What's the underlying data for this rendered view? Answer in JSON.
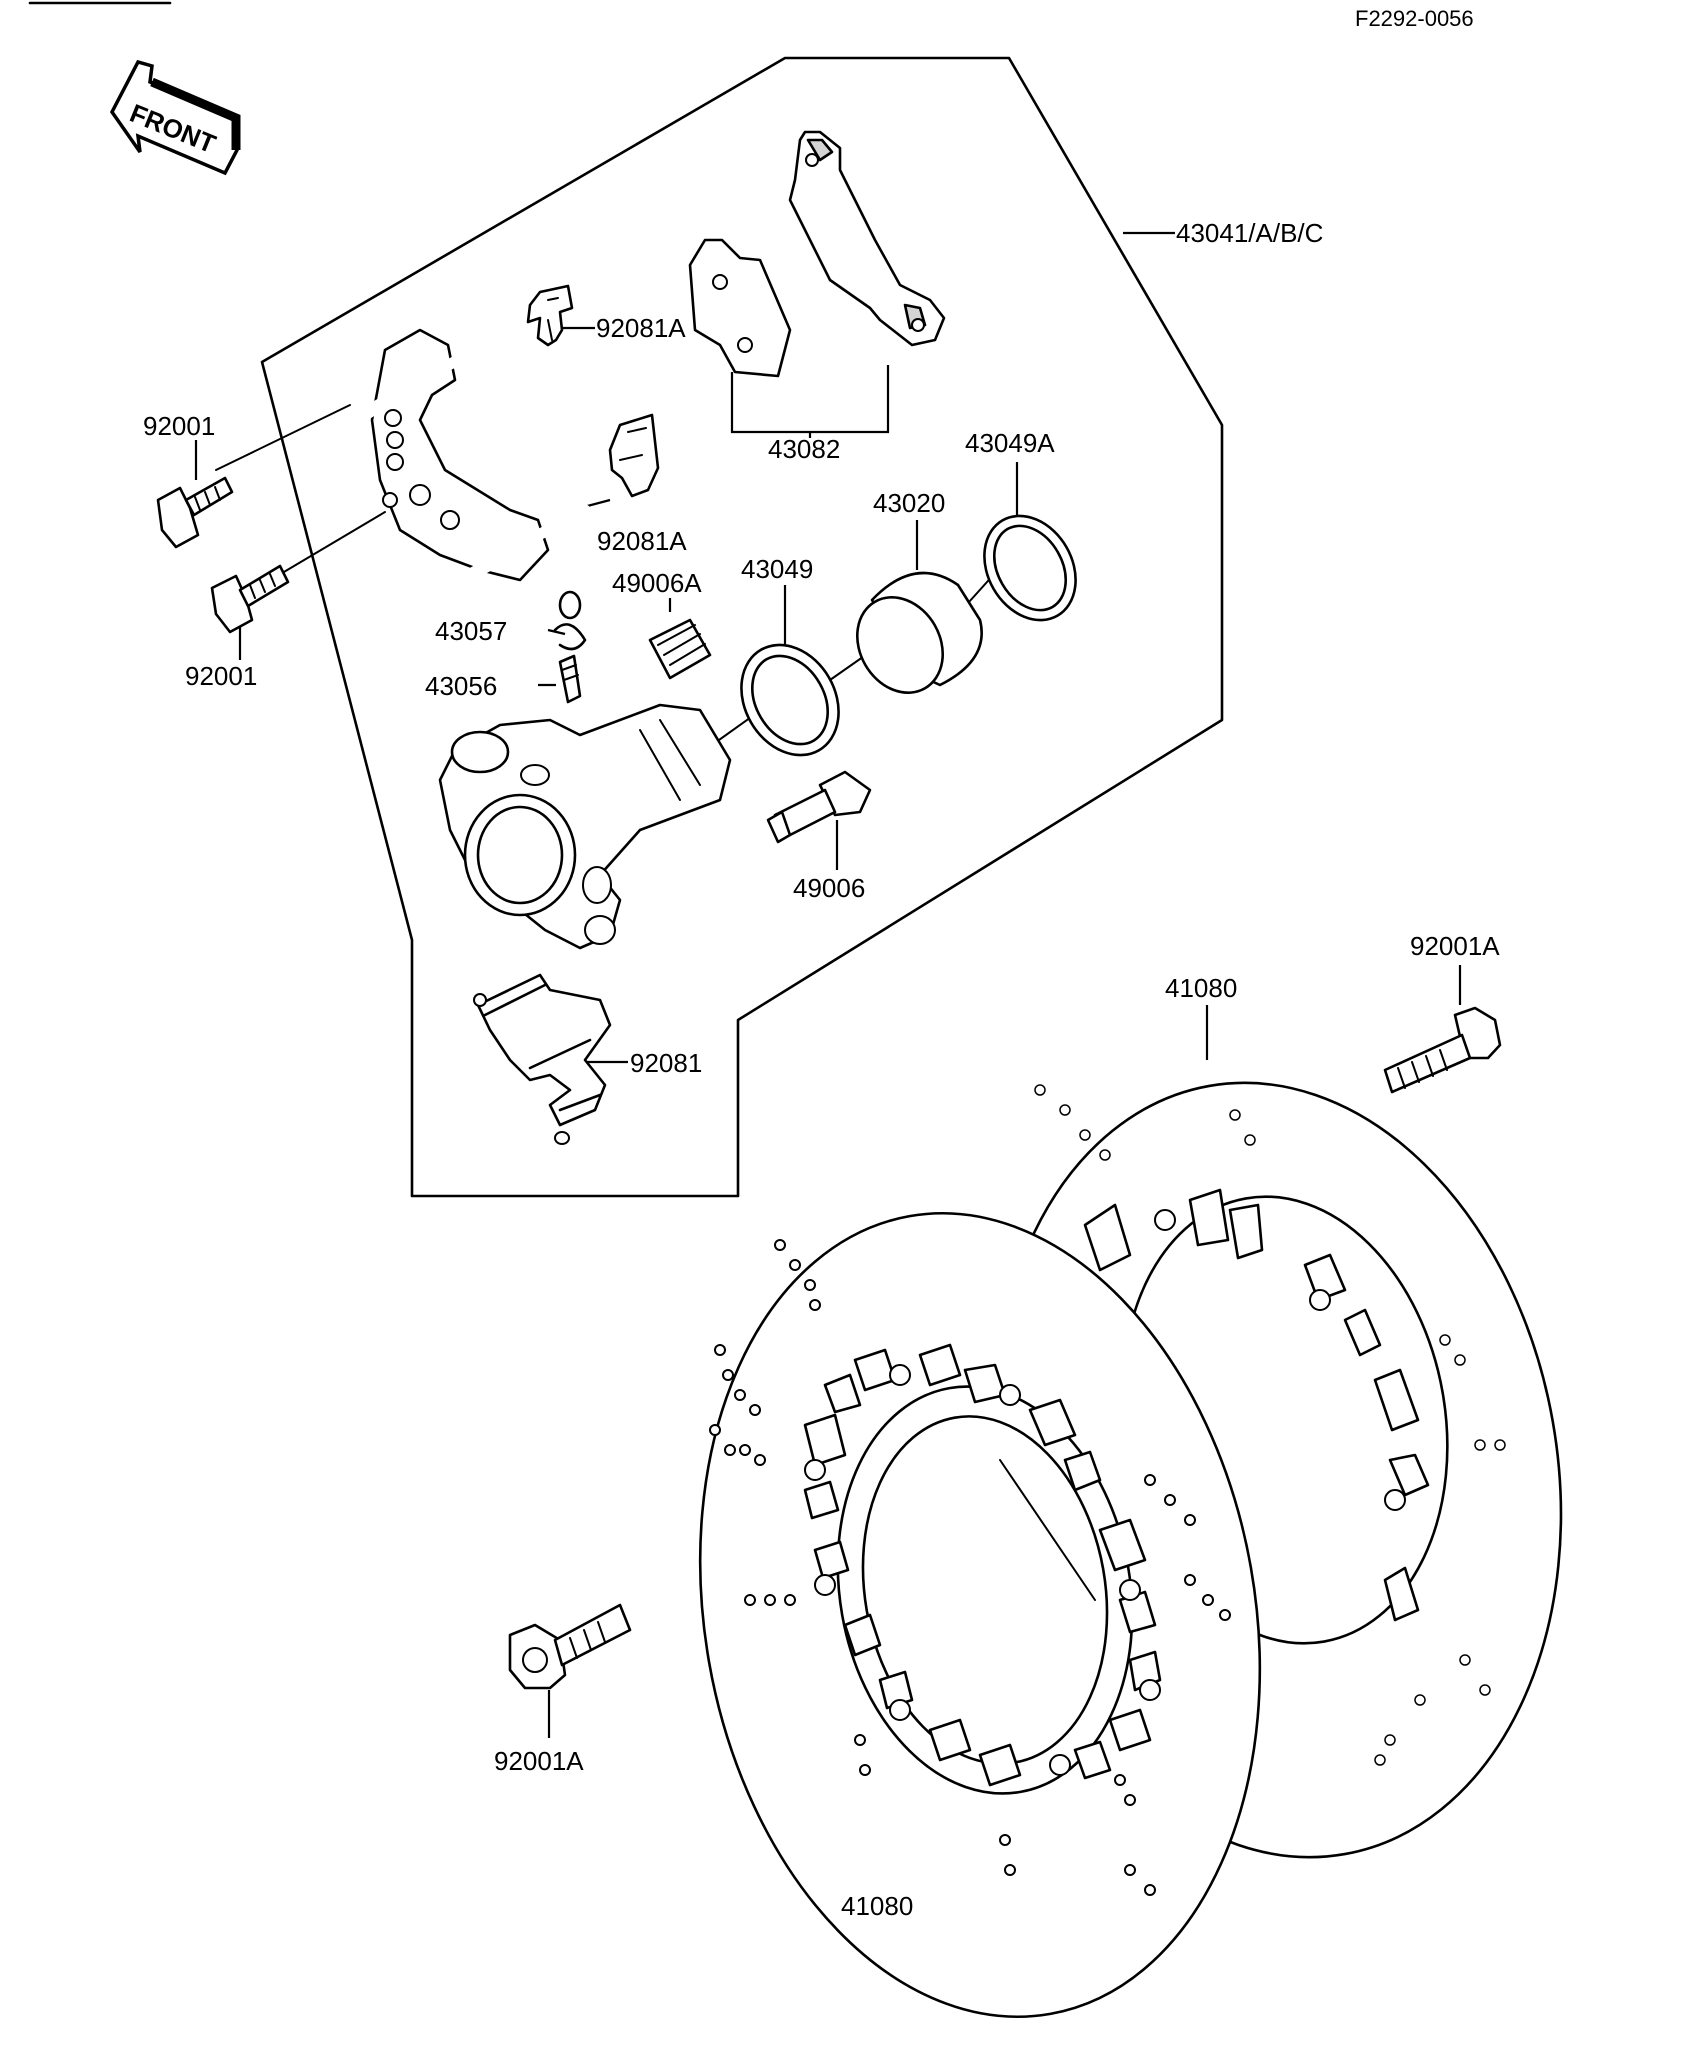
{
  "diagram": {
    "reference_code": "F2292-0056",
    "direction_label": "FRONT",
    "labels": {
      "caliper_assembly": "43041/A/B/C",
      "pad_spring_upper": "92081A",
      "pad_spring_lower": "92081A",
      "brake_pads": "43082",
      "piston_seal": "43049A",
      "piston": "43020",
      "dust_seal": "43049",
      "bleeder_cap": "43057",
      "bleeder_boot": "49006A",
      "bleeder_valve": "43056",
      "caliper_bolt_upper": "92001",
      "caliper_bolt_lower": "92001",
      "bleeder_screw": "49006",
      "anti_rattle_spring": "92081",
      "disc_bolt_right": "92001A",
      "disc_right": "41080",
      "disc_bolt_left": "92001A",
      "disc_left": "41080"
    }
  }
}
